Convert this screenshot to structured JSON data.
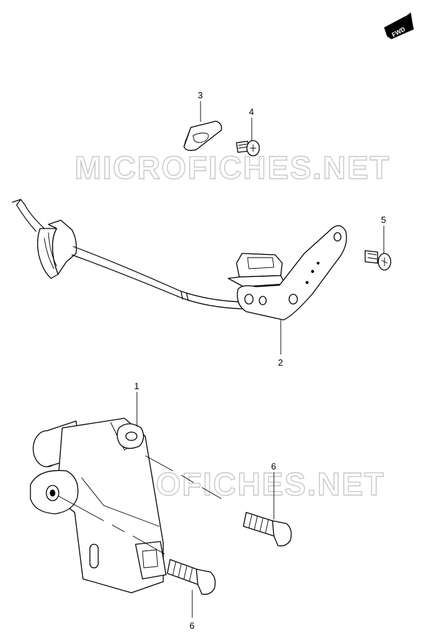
{
  "fwd_badge": {
    "label": "FWD"
  },
  "watermark": {
    "text": "MICROFICHES.NET"
  },
  "callouts": {
    "p1": "1",
    "p2": "2",
    "p3": "3",
    "p4": "4",
    "p5": "5",
    "p6_upper": "6",
    "p6_lower": "6"
  }
}
